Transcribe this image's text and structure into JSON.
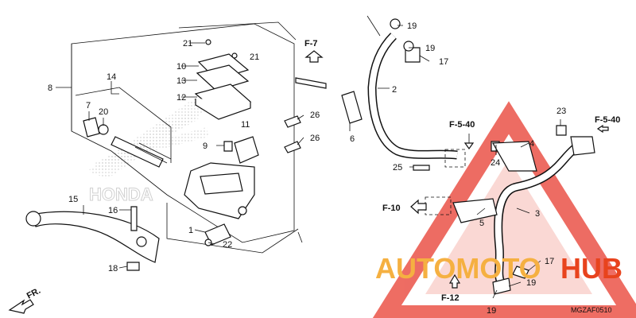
{
  "diagram": {
    "code": "MGZAF0510",
    "direction_label": "FR.",
    "background_lettering": "HONDA",
    "refs": [
      "F-7",
      "F-5-40",
      "F-5-40",
      "F-10",
      "F-12"
    ],
    "parts": [
      "21",
      "21",
      "10",
      "13",
      "12",
      "14",
      "8",
      "7",
      "20",
      "26",
      "26",
      "11",
      "9",
      "6",
      "19",
      "19",
      "17",
      "2",
      "25",
      "23",
      "4",
      "24",
      "3",
      "5",
      "15",
      "16",
      "1",
      "22",
      "18",
      "17",
      "19",
      "19"
    ]
  },
  "watermark": {
    "word1": "AUTOMOTO",
    "word2": "HUB",
    "color1": "#f5b041",
    "color2": "#e8431d",
    "triangle_color": "#e83c2f"
  }
}
